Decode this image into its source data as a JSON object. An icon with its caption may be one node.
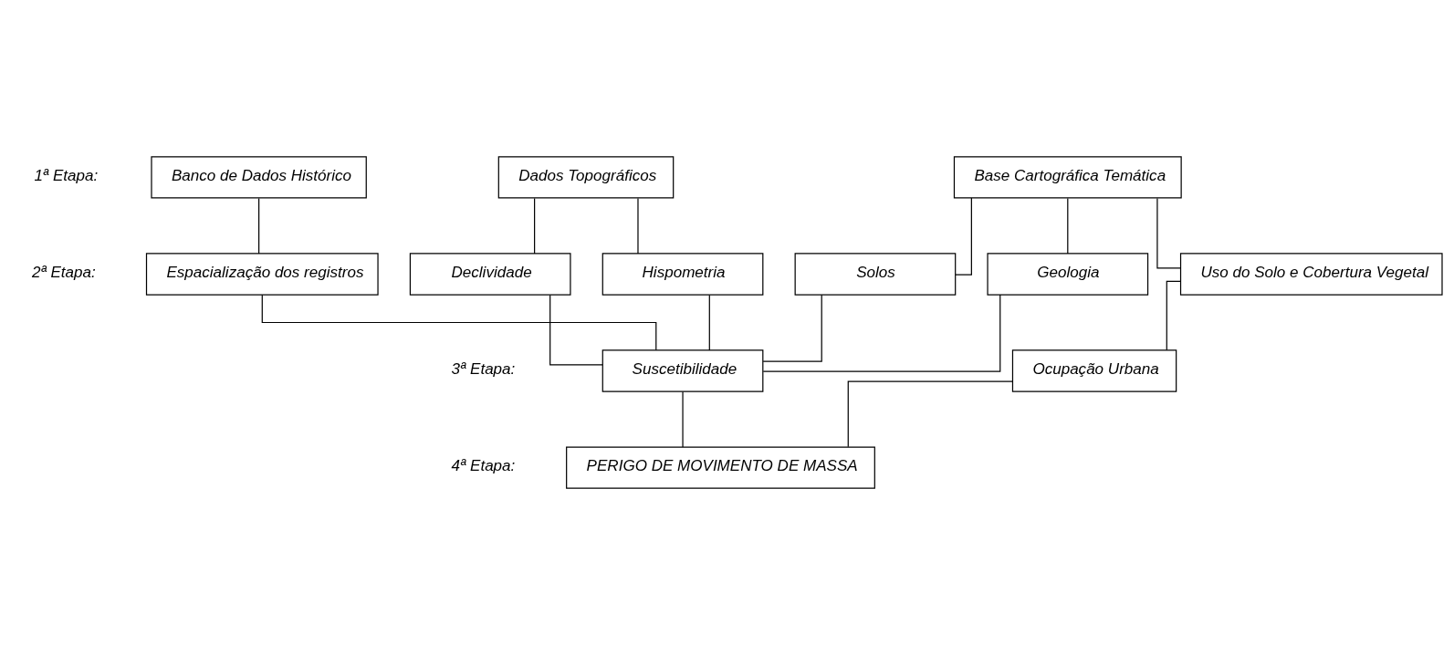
{
  "diagram": {
    "nodes": [
      {
        "text": [
          "Banco de Dados Histórico"
        ]
      },
      {
        "text": [
          "Dados Topográficos"
        ]
      },
      {
        "text": [
          "Base Cartográfica Temática"
        ]
      },
      {
        "text": [
          "Espacialização dos registros"
        ]
      },
      {
        "text": [
          "Hispometria"
        ]
      },
      {
        "text": [
          "Declividade"
        ]
      },
      {
        "text": [
          "Solos"
        ]
      },
      {
        "text": [
          "Geologia"
        ]
      },
      {
        "text": [
          "Uso do Solo e Cobertura Vegetal"
        ]
      },
      {
        "text": [
          "Suscetibilidade"
        ]
      },
      {
        "text": [
          "Ocupação Urbana"
        ]
      },
      {
        "text": [
          "PERIGO DE MOVIMENTO DE MASSA"
        ]
      }
    ],
    "edges": [
      {
        "from": 0,
        "to": 3,
        "arrow": "none"
      },
      {
        "from": 1,
        "to": 4,
        "arrow": "none"
      },
      {
        "from": 1,
        "to": 5,
        "arrow": "none"
      },
      {
        "from": 2,
        "to": 6,
        "arrow": "none"
      },
      {
        "from": 2,
        "to": 7,
        "arrow": "none"
      },
      {
        "from": 2,
        "to": 8,
        "arrow": "none"
      },
      {
        "from": 3,
        "to": 9,
        "arrow": "none"
      },
      {
        "from": 4,
        "to": 9,
        "arrow": "none"
      },
      {
        "from": 5,
        "to": 9,
        "arrow": "none"
      },
      {
        "from": 6,
        "to": 9,
        "arrow": "none"
      },
      {
        "from": 7,
        "to": 9,
        "arrow": "none"
      },
      {
        "from": 8,
        "to": 10,
        "arrow": "none"
      },
      {
        "from": 9,
        "to": 11,
        "arrow": "none"
      },
      {
        "from": 10,
        "to": 11,
        "arrow": "none"
      }
    ],
    "labels": [
      "1ª Etapa:",
      "2ª Etapa:",
      "3ª Etapa:",
      "4ª Etapa:"
    ]
  }
}
